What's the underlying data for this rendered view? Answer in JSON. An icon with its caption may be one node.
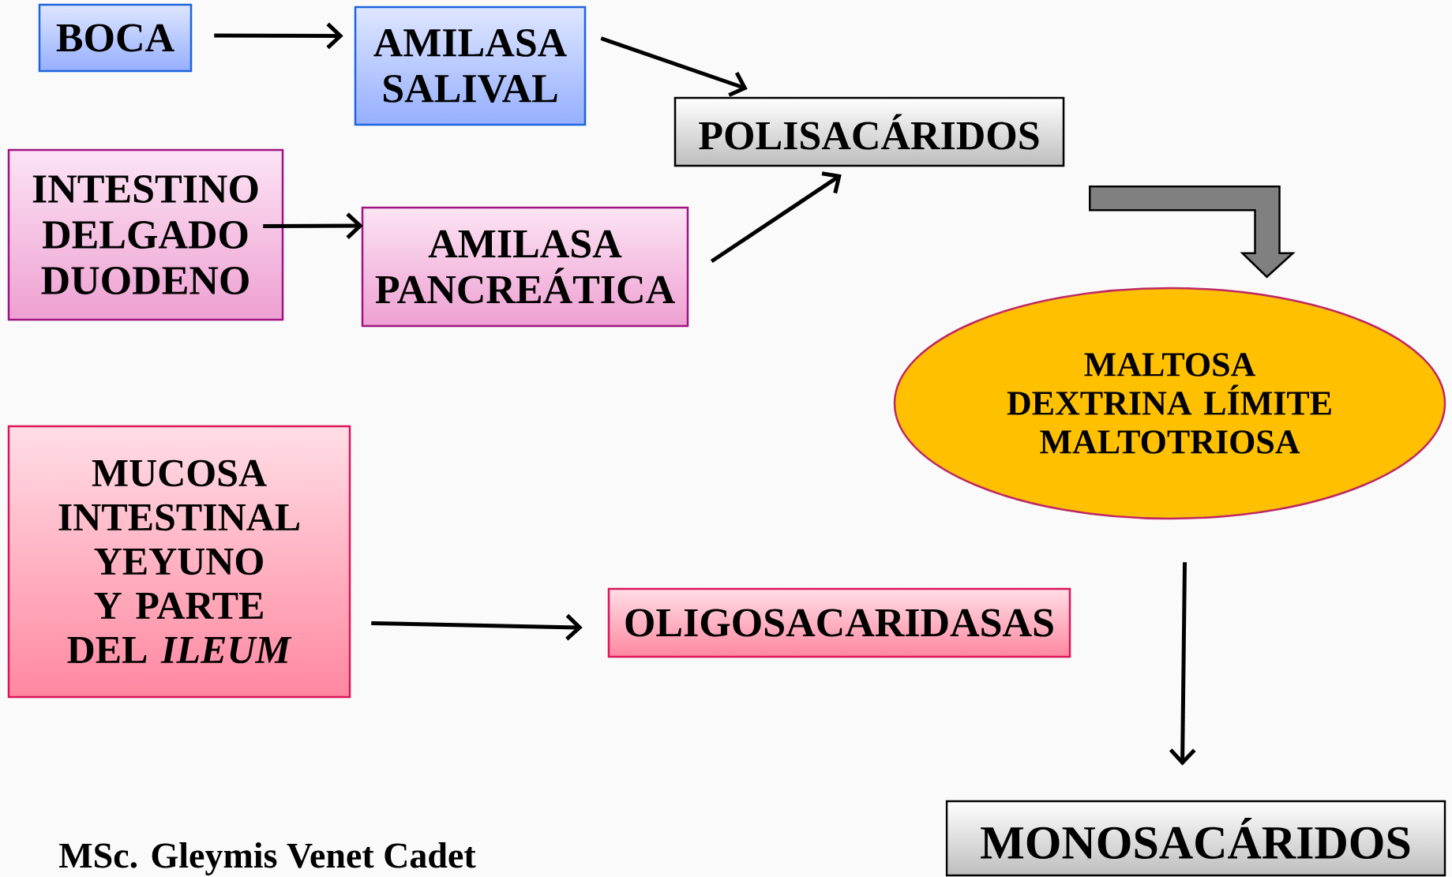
{
  "diagram": {
    "nodes": [
      {
        "text": [
          "BOCA"
        ]
      },
      {
        "text": [
          "AMILASA SALIVAL"
        ]
      },
      {
        "text": [
          "POLISACÁRIDOS"
        ]
      },
      {
        "text": [
          "INTESTINO DELGADO DUODENO"
        ]
      },
      {
        "text": [
          "AMILASA PANCREÁTICA"
        ]
      },
      {
        "text": [
          "MALTOSA DEXTRINA LÍMITE MALTOTRIOSA"
        ]
      },
      {
        "text": [
          "MUCOSA INTESTINAL YEYUNO Y PARTE DEL *ILEUM*"
        ]
      },
      {
        "text": [
          "OLIGOSACARIDASAS"
        ]
      },
      {
        "text": [
          "MONOSACÁRIDOS"
        ]
      }
    ],
    "edges": [
      {
        "from": 0,
        "to": 1,
        "arrow": "to"
      },
      {
        "from": 1,
        "to": 2,
        "arrow": "to"
      },
      {
        "from": 3,
        "to": 4,
        "arrow": "to"
      },
      {
        "from": 4,
        "to": 2,
        "arrow": "to"
      },
      {
        "from": 2,
        "to": 5,
        "arrow": "to",
        "style": "thick",
        "color": "#808080"
      },
      {
        "from": 5,
        "to": 8,
        "arrow": "to"
      },
      {
        "from": 6,
        "to": 7,
        "arrow": "to"
      }
    ],
    "labels": [
      "MSc. Gleymis Venet Cadet"
    ]
  }
}
